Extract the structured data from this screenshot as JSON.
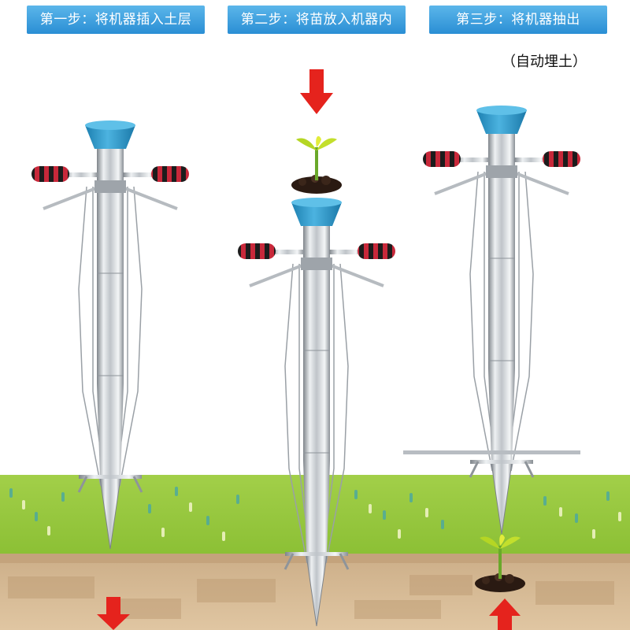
{
  "steps": [
    {
      "label": "第一步：将机器插入土层"
    },
    {
      "label": "第二步：将苗放入机器内"
    },
    {
      "label": "第三步：将机器抽出"
    }
  ],
  "note": "（自动埋土）",
  "icons": {
    "planter": "transplanter-tool-icon",
    "seedling": "seedling-icon",
    "arrow_down": "red-down-arrow-icon",
    "arrow_up": "red-up-arrow-icon"
  },
  "colors": {
    "label_bg": "#2a8ed4",
    "grass": "#93c63b",
    "soil": "#d7ba96",
    "arrow": "#e5231d",
    "funnel": "#2a95c7",
    "handle": "#c8283a"
  }
}
